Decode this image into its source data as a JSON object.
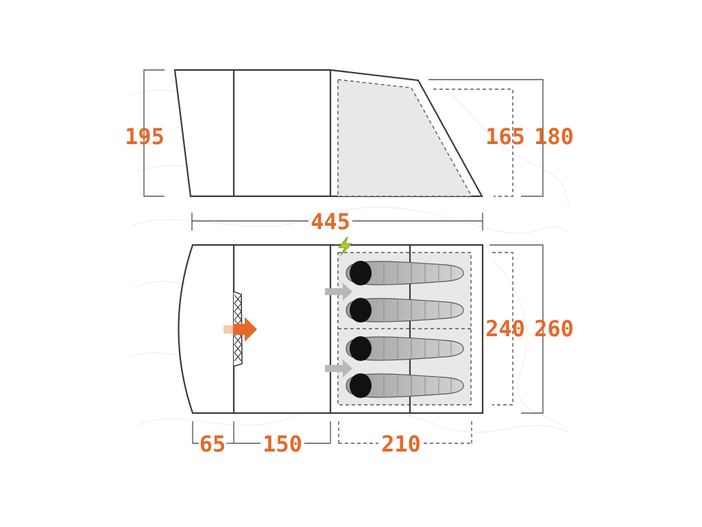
{
  "dimensions": {
    "side_height_left": "195",
    "side_height_inner": "165",
    "side_height_outer": "180",
    "total_length": "445",
    "inner_width": "240",
    "outer_width": "260",
    "porch_depth": "65",
    "living_depth": "150",
    "bedroom_depth": "210"
  },
  "colors": {
    "label": "#e4692a",
    "outline": "#3a3a3a",
    "bedroom_fill": "#e8e8e8",
    "sleeping_bag": "#c4c4c4",
    "entry_arrow": "#e4692a",
    "bedroom_arrow": "#b8b8b8",
    "lightning": "#a6d12a"
  },
  "icons": {
    "power": "lightning-icon",
    "entrance": "arrow-right-icon",
    "bedroom_entry": "arrow-right-icon",
    "window": "mesh-window-icon",
    "berth": "sleeping-bag-icon"
  },
  "sleeping_berths": 4
}
